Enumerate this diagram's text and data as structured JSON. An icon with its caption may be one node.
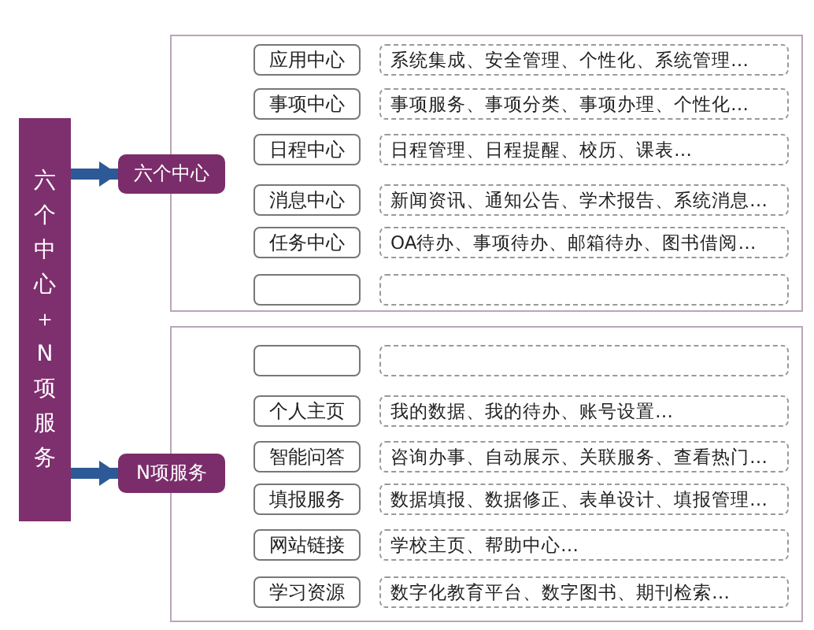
{
  "diagram": {
    "nodes": [
      {
        "text": [
          "六个中心＋N项服务"
        ]
      },
      {
        "text": [
          "六个中心"
        ]
      },
      {
        "text": [],
        "shape": "box"
      },
      {
        "text": [
          "应用中心"
        ],
        "in": 2
      },
      {
        "text": [
          "系统集成、安全管理、个性化、系统管理…"
        ],
        "in": 2
      },
      {
        "text": [
          "事项中心"
        ],
        "in": 2
      },
      {
        "text": [
          "事项服务、事项分类、事项办理、个性化…"
        ],
        "in": 2
      },
      {
        "text": [
          "日程中心"
        ],
        "in": 2
      },
      {
        "text": [
          "日程管理、日程提醒、校历、课表…"
        ],
        "in": 2
      },
      {
        "text": [
          "消息中心"
        ],
        "in": 2
      },
      {
        "text": [
          "新闻资讯、通知公告、学术报告、系统消息…"
        ],
        "in": 2
      },
      {
        "text": [
          "任务中心"
        ],
        "in": 2
      },
      {
        "text": [
          "OA待办、事项待办、邮箱待办、图书借阅…"
        ],
        "in": 2
      },
      {
        "text": [],
        "shape": "box",
        "in": 2
      },
      {
        "text": [],
        "shape": "box",
        "in": 2
      },
      {
        "text": [
          "N项服务"
        ]
      },
      {
        "text": [],
        "shape": "box"
      },
      {
        "text": [],
        "shape": "box",
        "in": 16
      },
      {
        "text": [],
        "shape": "box",
        "in": 16
      },
      {
        "text": [
          "个人主页"
        ],
        "in": 16
      },
      {
        "text": [
          "我的数据、我的待办、账号设置…"
        ],
        "in": 16
      },
      {
        "text": [
          "智能问答"
        ],
        "in": 16
      },
      {
        "text": [
          "咨询办事、自动展示、关联服务、查看热门…"
        ],
        "in": 16
      },
      {
        "text": [
          "填报服务"
        ],
        "in": 16
      },
      {
        "text": [
          "数据填报、数据修正、表单设计、填报管理…"
        ],
        "in": 16
      },
      {
        "text": [
          "网站链接"
        ],
        "in": 16
      },
      {
        "text": [
          "学校主页、帮助中心…"
        ],
        "in": 16
      },
      {
        "text": [
          "学习资源"
        ],
        "in": 16
      },
      {
        "text": [
          "数字化教育平台、数字图书、期刊检索…"
        ],
        "in": 16
      }
    ],
    "edges": [
      {
        "from": 0,
        "to": 1,
        "arrow": "to"
      },
      {
        "from": 0,
        "to": 15,
        "arrow": "to"
      }
    ]
  }
}
